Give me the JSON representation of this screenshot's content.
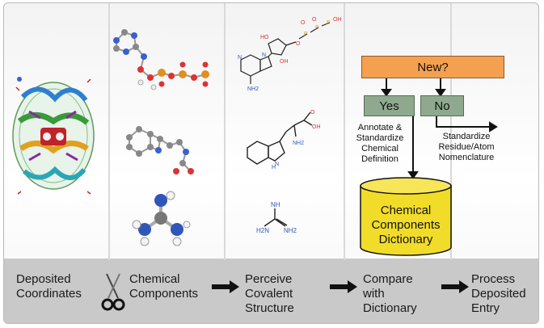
{
  "steps": [
    {
      "label": "Deposited\nCoordinates"
    },
    {
      "label": "Chemical\nComponents"
    },
    {
      "label": "Perceive\nCovalent\nStructure"
    },
    {
      "label": "Compare\nwith\nDictionary"
    },
    {
      "label": "Process\nDeposited\nEntry"
    }
  ],
  "flowchart": {
    "decision": "New?",
    "yes": "Yes",
    "no": "No",
    "annotate_note": "Annotate &\nStandardize\nChemical\nDefinition",
    "standardize_note": "Standardize\nResidue/Atom\nNomenclature",
    "dictionary": "Chemical\nComponents\nDictionary"
  },
  "colors": {
    "decision": "#f5a050",
    "branch": "#8fa98f",
    "cylinder": "#f2dc2a",
    "bottom_bar": "#c9c9c9"
  },
  "icons": [
    "scissors-icon",
    "protein-structure-icon",
    "atp-ball-stick-icon",
    "tryptophan-ball-stick-icon",
    "guanidine-ball-stick-icon",
    "atp-2d-structure-icon",
    "tryptophan-2d-structure-icon",
    "guanidine-2d-structure-icon"
  ]
}
